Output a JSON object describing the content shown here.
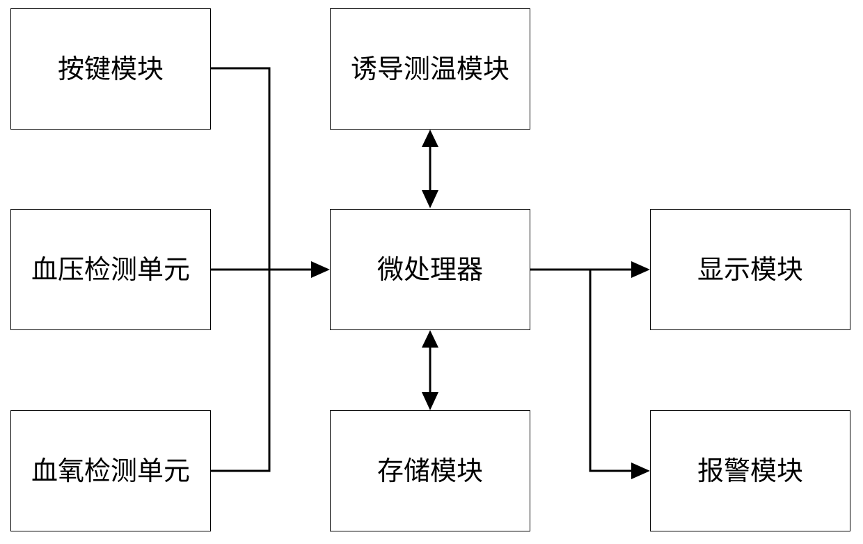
{
  "diagram": {
    "nodes": {
      "keypad": "按键模块",
      "blood_pressure": "血压检测单元",
      "blood_oxygen": "血氧检测单元",
      "temperature": "诱导测温模块",
      "mcu": "微处理器",
      "storage": "存储模块",
      "display": "显示模块",
      "alarm": "报警模块"
    },
    "edges": [
      {
        "from": "keypad",
        "to": "mcu",
        "direction": "one-way"
      },
      {
        "from": "blood_pressure",
        "to": "mcu",
        "direction": "one-way"
      },
      {
        "from": "blood_oxygen",
        "to": "mcu",
        "direction": "one-way"
      },
      {
        "from": "temperature",
        "to": "mcu",
        "direction": "two-way"
      },
      {
        "from": "storage",
        "to": "mcu",
        "direction": "two-way"
      },
      {
        "from": "mcu",
        "to": "display",
        "direction": "one-way"
      },
      {
        "from": "mcu",
        "to": "alarm",
        "direction": "one-way"
      }
    ],
    "line_color": "#000000"
  }
}
